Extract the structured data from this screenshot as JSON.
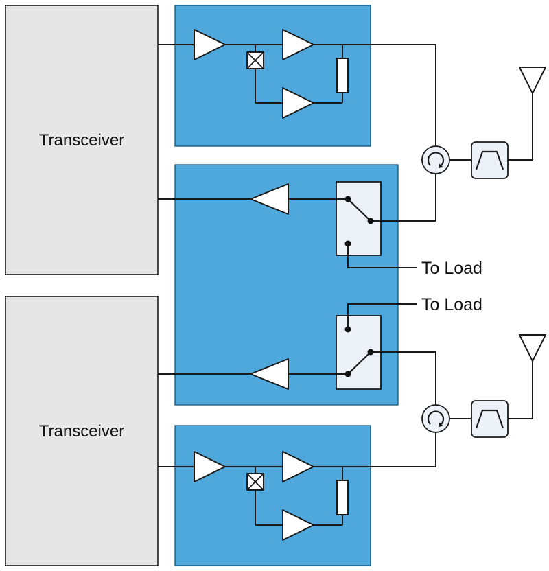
{
  "colors": {
    "block_blue": "#4FA8DC",
    "block_blue_border": "#14537D",
    "block_gray": "#E6E6E6",
    "component_fill": "#EDF2F8",
    "shape_fill": "#FFFFFF",
    "line": "#1A1A1A",
    "text": "#111111"
  },
  "blocks": {
    "transceiver_top_label": "Transceiver",
    "transceiver_bottom_label": "Transceiver"
  },
  "annotations": {
    "to_load_top": "To Load",
    "to_load_bottom": "To Load"
  },
  "icons": {
    "amplifier_icon": "right-pointing triangle",
    "rx_amplifier_icon": "left-pointing triangle",
    "isolator_icon": "square with X cross",
    "termination_icon": "vertical resistor bar",
    "switch_icon": "SPDT switch with contact dots and arm",
    "circulator_icon": "circle with clockwise circular arrow",
    "filter_icon": "bandpass trapezoid",
    "antenna_icon": "inverted triangle with stem"
  }
}
